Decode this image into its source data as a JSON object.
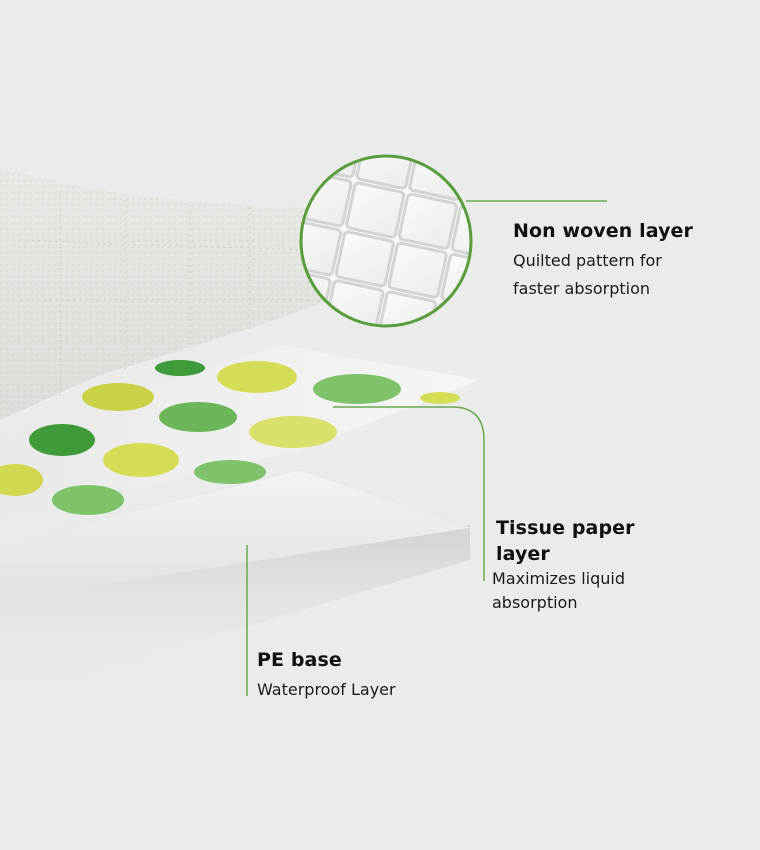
{
  "colors": {
    "background": "#ebebeb",
    "accent_green": "#5a9e3c",
    "dot_dark_green": "#3f9a3a",
    "dot_light_green": "#7ec26a",
    "dot_yellow": "#d4dd55",
    "text": "#111111"
  },
  "layers": [
    {
      "id": "non-woven",
      "title": "Non woven layer",
      "description_lines": [
        "Quilted pattern for",
        "faster absorption"
      ]
    },
    {
      "id": "tissue-paper",
      "title_lines": [
        "Tissue paper",
        "layer"
      ],
      "description_lines": [
        "Maximizes liquid",
        "absorption"
      ]
    },
    {
      "id": "pe-base",
      "title": "PE base",
      "description_lines": [
        "Waterproof Layer"
      ]
    }
  ],
  "zoom_inset": {
    "icon": "quilted-grid-magnifier",
    "shape": "circle"
  }
}
